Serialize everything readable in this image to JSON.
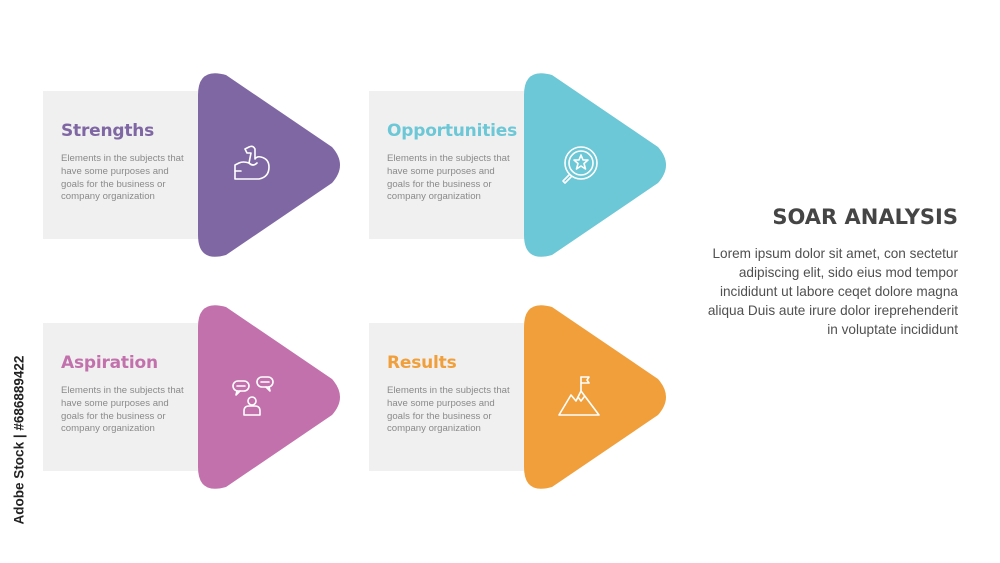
{
  "items": [
    {
      "title": "Strengths",
      "text": "Elements in the subjects that have some purposes and goals for the  business or company organization",
      "color": "#7f67a4",
      "icon": "flexed-arm-icon"
    },
    {
      "title": "Opportunities",
      "text": "Elements in the subjects that have some purposes and goals for the  business or company organization",
      "color": "#6cc7d6",
      "icon": "magnifier-star-icon"
    },
    {
      "title": "Aspiration",
      "text": "Elements in the subjects that have some purposes and goals for the  business or company organization",
      "color": "#c271ac",
      "icon": "person-chat-icon"
    },
    {
      "title": "Results",
      "text": "Elements in the subjects that have some purposes and goals for the  business or company organization",
      "color": "#f19f3b",
      "icon": "mountain-flag-icon"
    }
  ],
  "side": {
    "title": "SOAR ANALYSIS",
    "text": "Lorem ipsum dolor sit amet, con sectetur adipiscing elit, sido eius mod tempor incididunt ut labore ceqet dolore magna aliqua Duis aute irure dolor ireprehenderit in voluptate incididunt"
  },
  "stock_mark": "Adobe Stock | #686889422"
}
